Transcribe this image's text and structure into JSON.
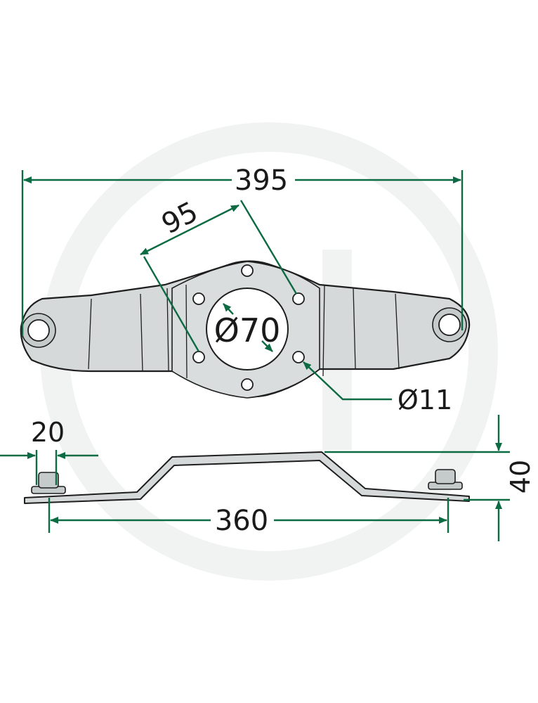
{
  "colors": {
    "dimension_line": "#0d6b43",
    "part_fill": "#d5d9d9",
    "part_stroke": "#1e1e1e",
    "watermark": "#f1f3f3"
  },
  "dimensions": {
    "overall_length": "395",
    "hole_circle": "95",
    "center_bore": "Ø70",
    "bolt_hole": "Ø11",
    "bolt_offset": "20",
    "pin_distance": "360",
    "height": "40"
  }
}
